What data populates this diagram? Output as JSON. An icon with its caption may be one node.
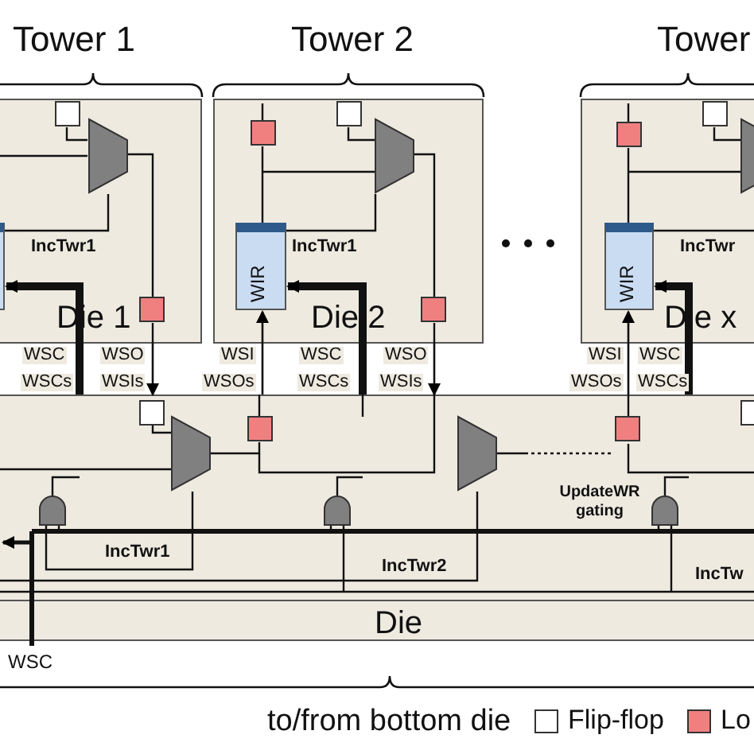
{
  "diagram": {
    "nodes": [
      {
        "text": [
          "IncTwr1",
          "Die 1"
        ]
      },
      {
        "text": [
          "IncTwr1",
          "Die 2"
        ]
      },
      {
        "text": [
          "IncTwr",
          "Die x"
        ]
      },
      {
        "text": [],
        "shape": "box",
        "in": 0
      },
      {
        "text": [
          "WIR"
        ],
        "in": 1
      },
      {
        "text": [
          "WIR"
        ],
        "in": 2
      },
      {
        "text": [
          "Die"
        ]
      }
    ],
    "edges": [
      {
        "from": 6,
        "to": 3,
        "arrow": "to",
        "style": "thick"
      },
      {
        "from": 6,
        "to": 4,
        "arrow": "to"
      },
      {
        "from": 6,
        "to": 4,
        "arrow": "to",
        "style": "thick"
      },
      {
        "from": 6,
        "to": 5,
        "arrow": "to"
      },
      {
        "from": 6,
        "to": 5,
        "arrow": "to",
        "style": "thick"
      },
      {
        "from": 0,
        "to": 6,
        "arrow": "to"
      },
      {
        "from": 1,
        "to": 6,
        "arrow": "to"
      }
    ],
    "labels": [
      "Tower 1",
      "Tower 2",
      "Tower",
      "WSC",
      "WSO",
      "WSI",
      "WSC",
      "WSO",
      "WSI",
      "WSC",
      "WSCs",
      "WSIs",
      "WSOs",
      "WSCs",
      "WSIs",
      "WSOs",
      "WSCs",
      "UpdateWR gating",
      "IncTwr1",
      "IncTwr2",
      "IncTw",
      "WSC",
      "to/from bottom die"
    ],
    "legend": [
      {
        "text": "Flip-flop",
        "color": "#ffffff"
      },
      {
        "text": "Lo",
        "color": "#f08080"
      }
    ]
  }
}
